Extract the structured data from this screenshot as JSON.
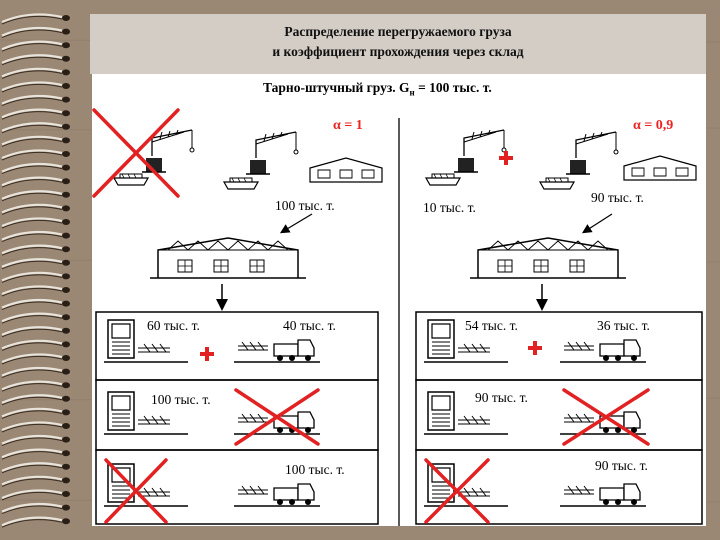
{
  "title": {
    "line1": "Распределение перегружаемого груза",
    "line2": "и коэффициент прохождения через склад"
  },
  "subtitle": {
    "prefix": "Тарно-штучный груз. G",
    "subscript": "н",
    "suffix": " = 100 тыс. т."
  },
  "left_scenario": {
    "alpha_label": "α = 1",
    "warehouse_inflow": "100 тыс. т.",
    "rows": [
      {
        "rail": "60 тыс. т.",
        "truck": "40 тыс. т."
      },
      {
        "rail": "100 тыс. т."
      },
      {
        "truck": "100 тыс. т."
      }
    ]
  },
  "right_scenario": {
    "alpha_label": "α = 0,9",
    "direct_transfer": "10 тыс. т.",
    "warehouse_inflow": "90 тыс. т.",
    "rows": [
      {
        "rail": "54 тыс. т.",
        "truck": "36 тыс. т."
      },
      {
        "rail": "90 тыс. т."
      },
      {
        "truck": "90 тыс. т."
      }
    ]
  },
  "colors": {
    "accent_red": "#e22222",
    "slide_bg": "#9a8874",
    "title_bg": "#d3cdc6"
  }
}
